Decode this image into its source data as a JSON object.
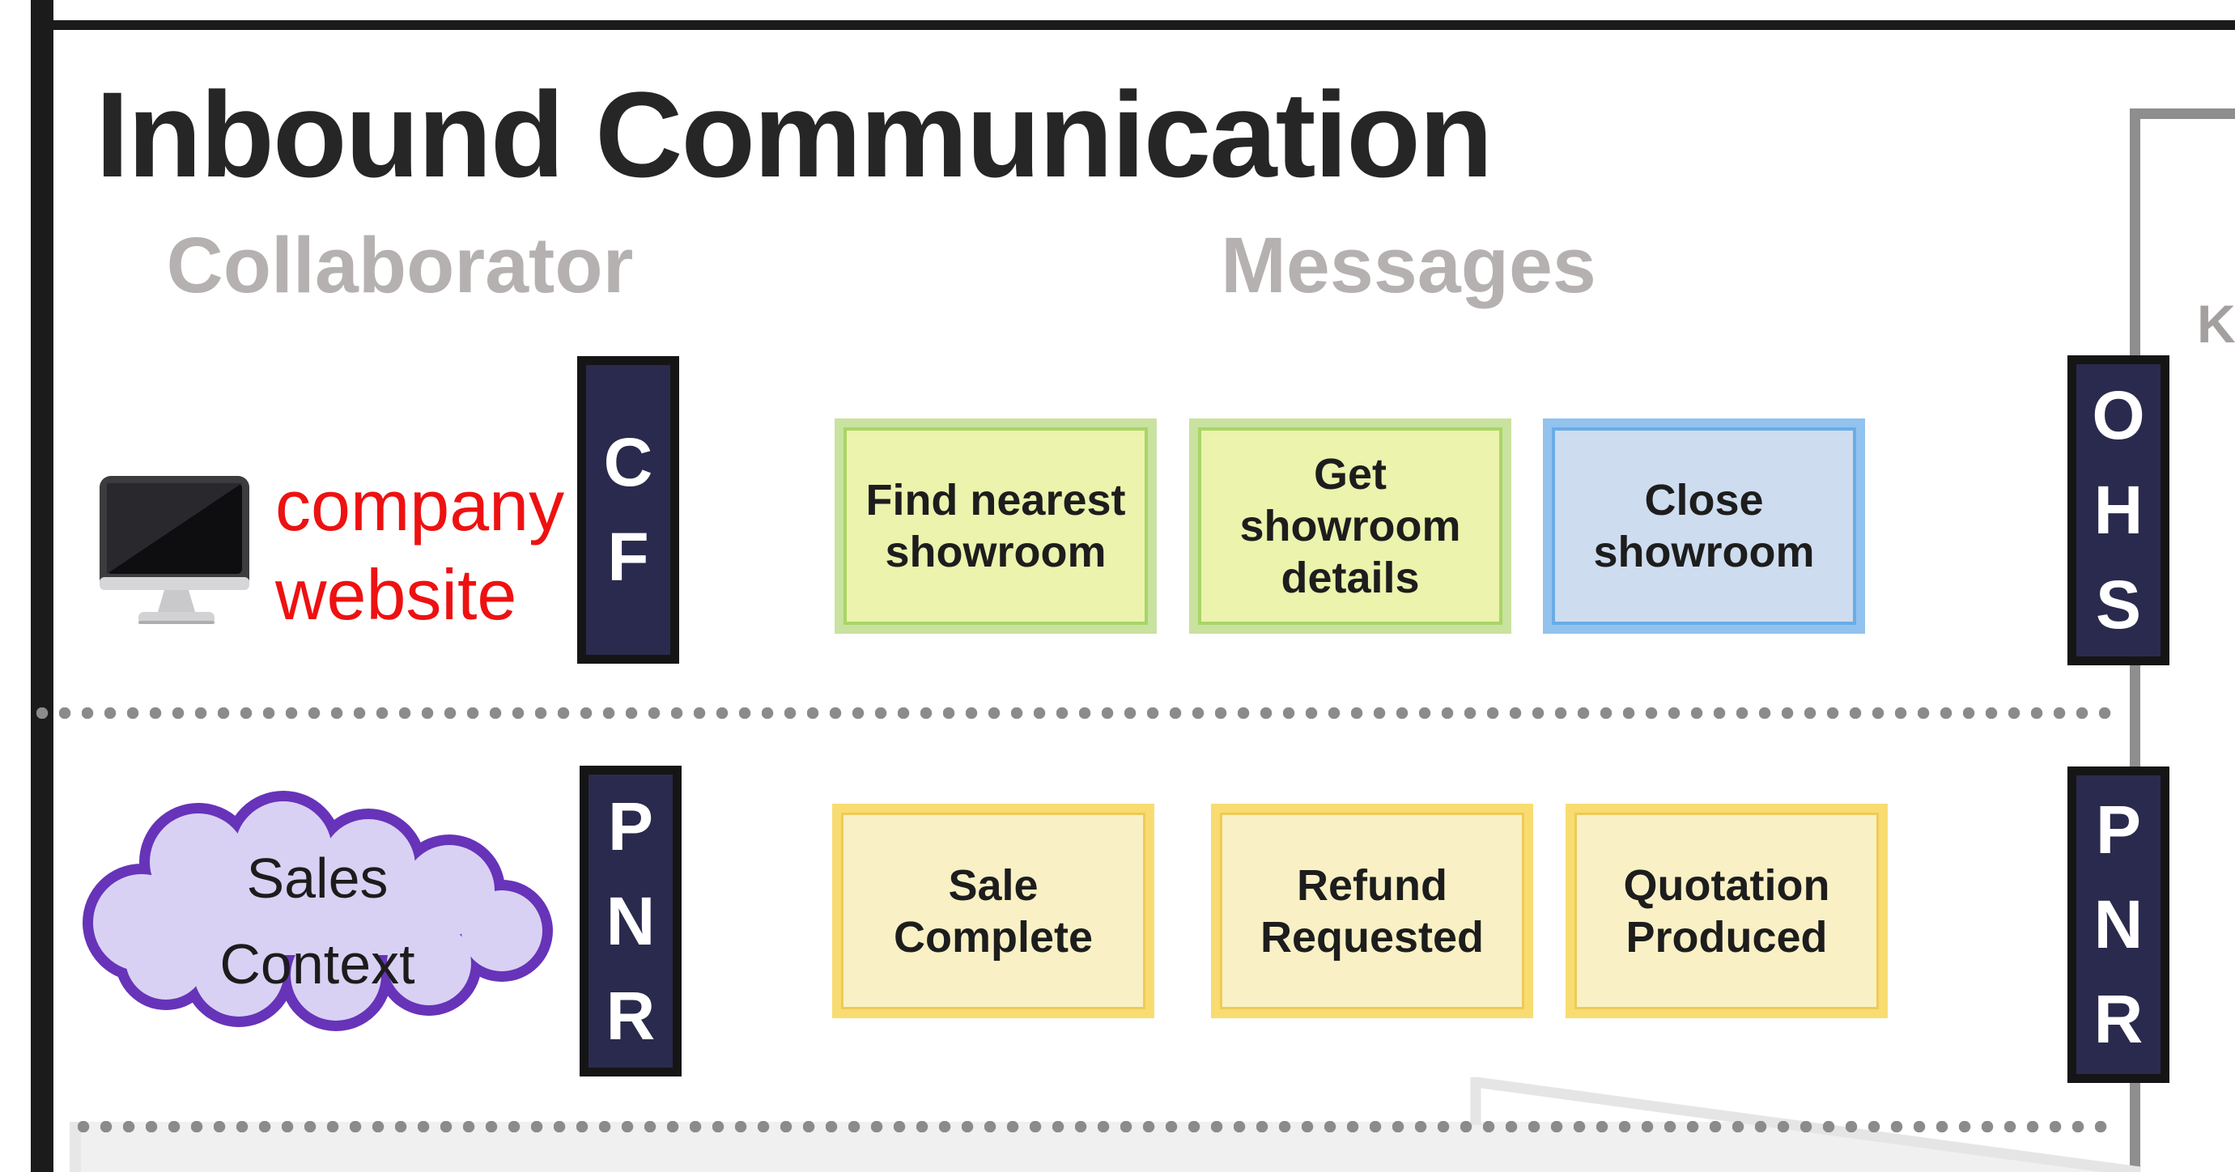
{
  "title": "Inbound Communication",
  "column_headers": {
    "collaborator": "Collaborator",
    "messages": "Messages"
  },
  "right_edge_partial_label": "K",
  "collaborators": {
    "company_website": {
      "icon": "desktop-computer-icon",
      "lines": [
        "company",
        "website"
      ],
      "text_color": "#ee1111"
    },
    "sales_context": {
      "shape": "cloud",
      "lines": [
        "Sales",
        "Context"
      ]
    }
  },
  "stacks": {
    "cf": {
      "letters": [
        "C",
        "F"
      ]
    },
    "ohs": {
      "letters": [
        "O",
        "H",
        "S"
      ]
    },
    "pnr_left": {
      "letters": [
        "P",
        "N",
        "R"
      ]
    },
    "pnr_right": {
      "letters": [
        "P",
        "N",
        "R"
      ]
    }
  },
  "messages_row1": [
    {
      "label": "Find nearest showroom",
      "style": "green"
    },
    {
      "label": "Get showroom details",
      "style": "green"
    },
    {
      "label": "Close showroom",
      "style": "blue"
    }
  ],
  "messages_row2": [
    {
      "label": "Sale Complete",
      "style": "yellow"
    },
    {
      "label": "Refund Requested",
      "style": "yellow"
    },
    {
      "label": "Quotation Produced",
      "style": "yellow"
    }
  ],
  "colors": {
    "navy_stack_fill": "#2a2a4e",
    "stack_border": "#151515",
    "green_fill": "#ebf3ad",
    "green_border": "#a9d565",
    "blue_fill": "#cedcef",
    "blue_border": "#69ade6",
    "yellow_fill": "#f9f1c5",
    "yellow_border": "#f8dc72",
    "cloud_fill": "#d9d1f3",
    "cloud_border": "#6733b9",
    "red_label": "#ee1111",
    "header_gray": "#b6b1b1",
    "connector_gray": "#8e8e8e",
    "frame_black": "#1b1b1b"
  }
}
